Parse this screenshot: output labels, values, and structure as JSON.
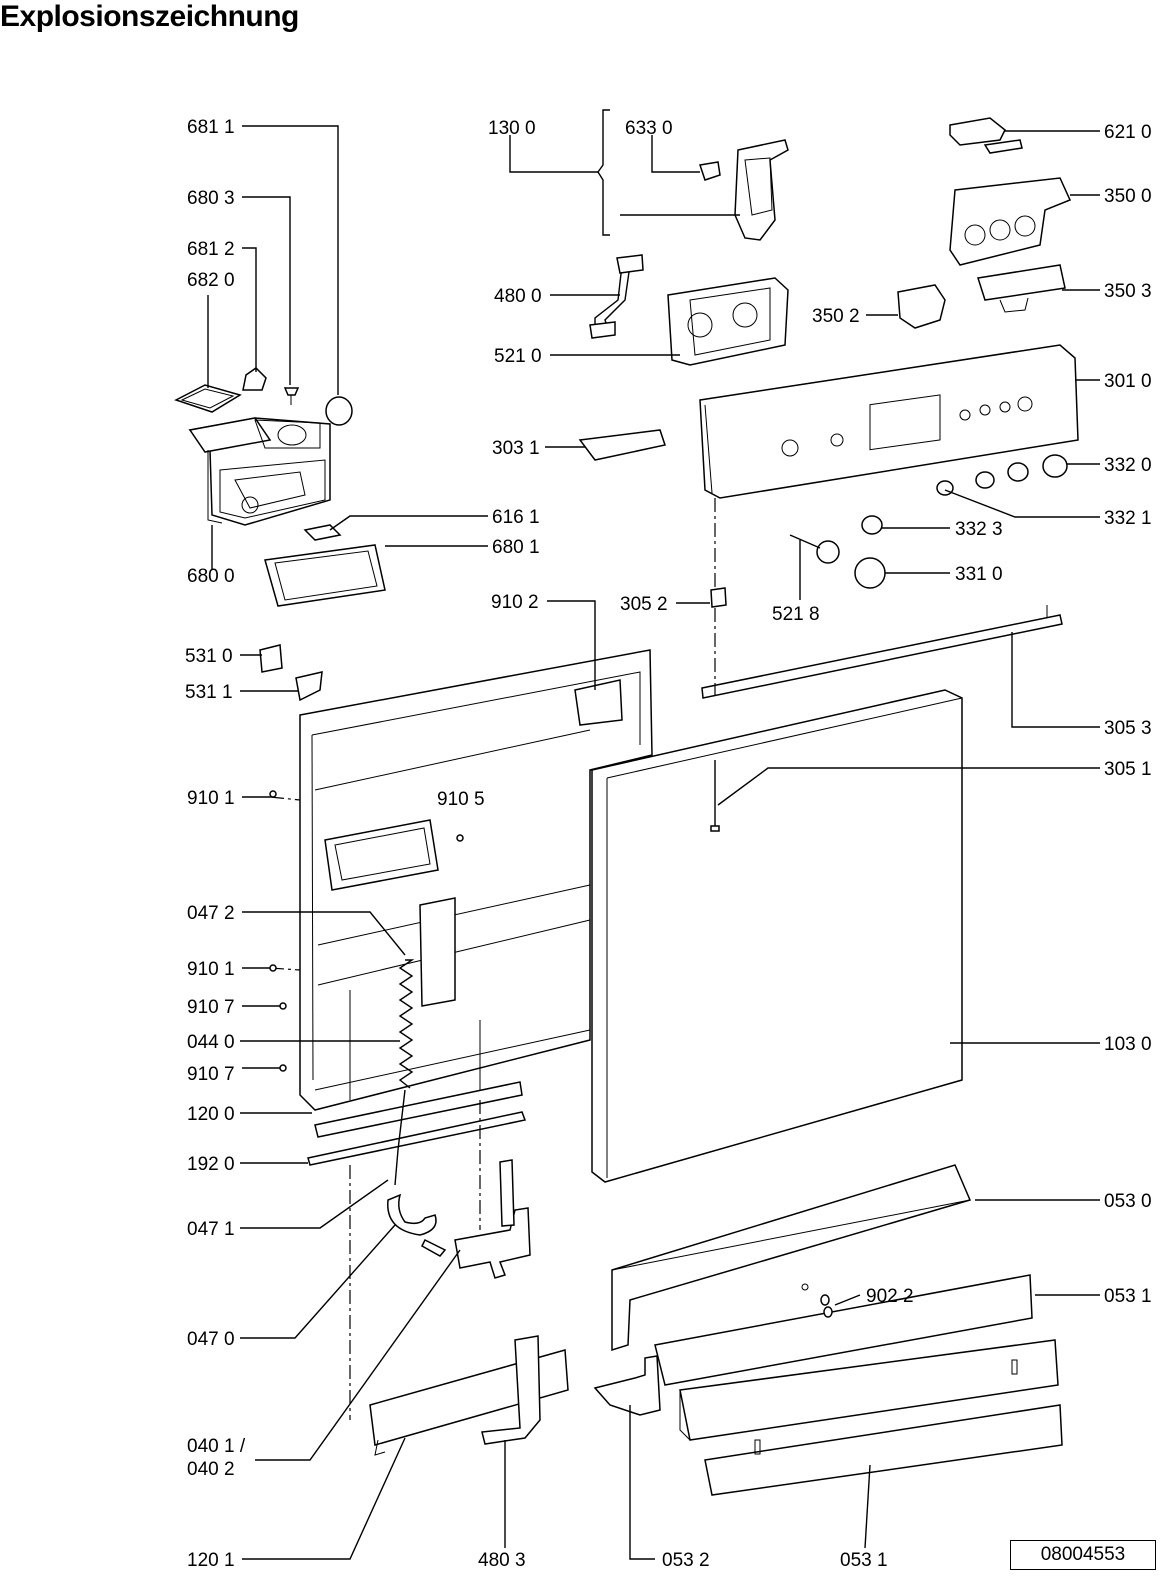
{
  "title": "Explosionszeichnung",
  "reference_number": "08004553",
  "labels": {
    "l681_1": "681 1",
    "l680_3": "680 3",
    "l681_2": "681 2",
    "l682_0": "682 0",
    "l680_0": "680 0",
    "l616_1": "616 1",
    "l680_1": "680 1",
    "l130_0": "130 0",
    "l633_0": "633 0",
    "l621_0": "621 0",
    "l350_0": "350 0",
    "l480_0": "480 0",
    "l350_2": "350 2",
    "l350_3": "350 3",
    "l521_0": "521 0",
    "l301_0": "301 0",
    "l303_1": "303 1",
    "l332_0": "332 0",
    "l332_1": "332 1",
    "l332_3": "332 3",
    "l331_0": "331 0",
    "l521_8": "521 8",
    "l910_2": "910 2",
    "l305_2": "305 2",
    "l531_0": "531 0",
    "l531_1": "531 1",
    "l305_3": "305 3",
    "l305_1": "305 1",
    "l910_1a": "910 1",
    "l910_5": "910 5",
    "l047_2": "047 2",
    "l910_1b": "910 1",
    "l910_7a": "910 7",
    "l044_0": "044 0",
    "l910_7b": "910 7",
    "l103_0": "103 0",
    "l120_0": "120 0",
    "l192_0": "192 0",
    "l047_1": "047 1",
    "l053_0": "053 0",
    "l902_2": "902 2",
    "l053_1a": "053 1",
    "l047_0": "047 0",
    "l040_1": "040 1 /",
    "l040_2": "040 2",
    "l120_1": "120 1",
    "l480_3": "480 3",
    "l053_2": "053 2",
    "l053_1b": "053 1"
  }
}
